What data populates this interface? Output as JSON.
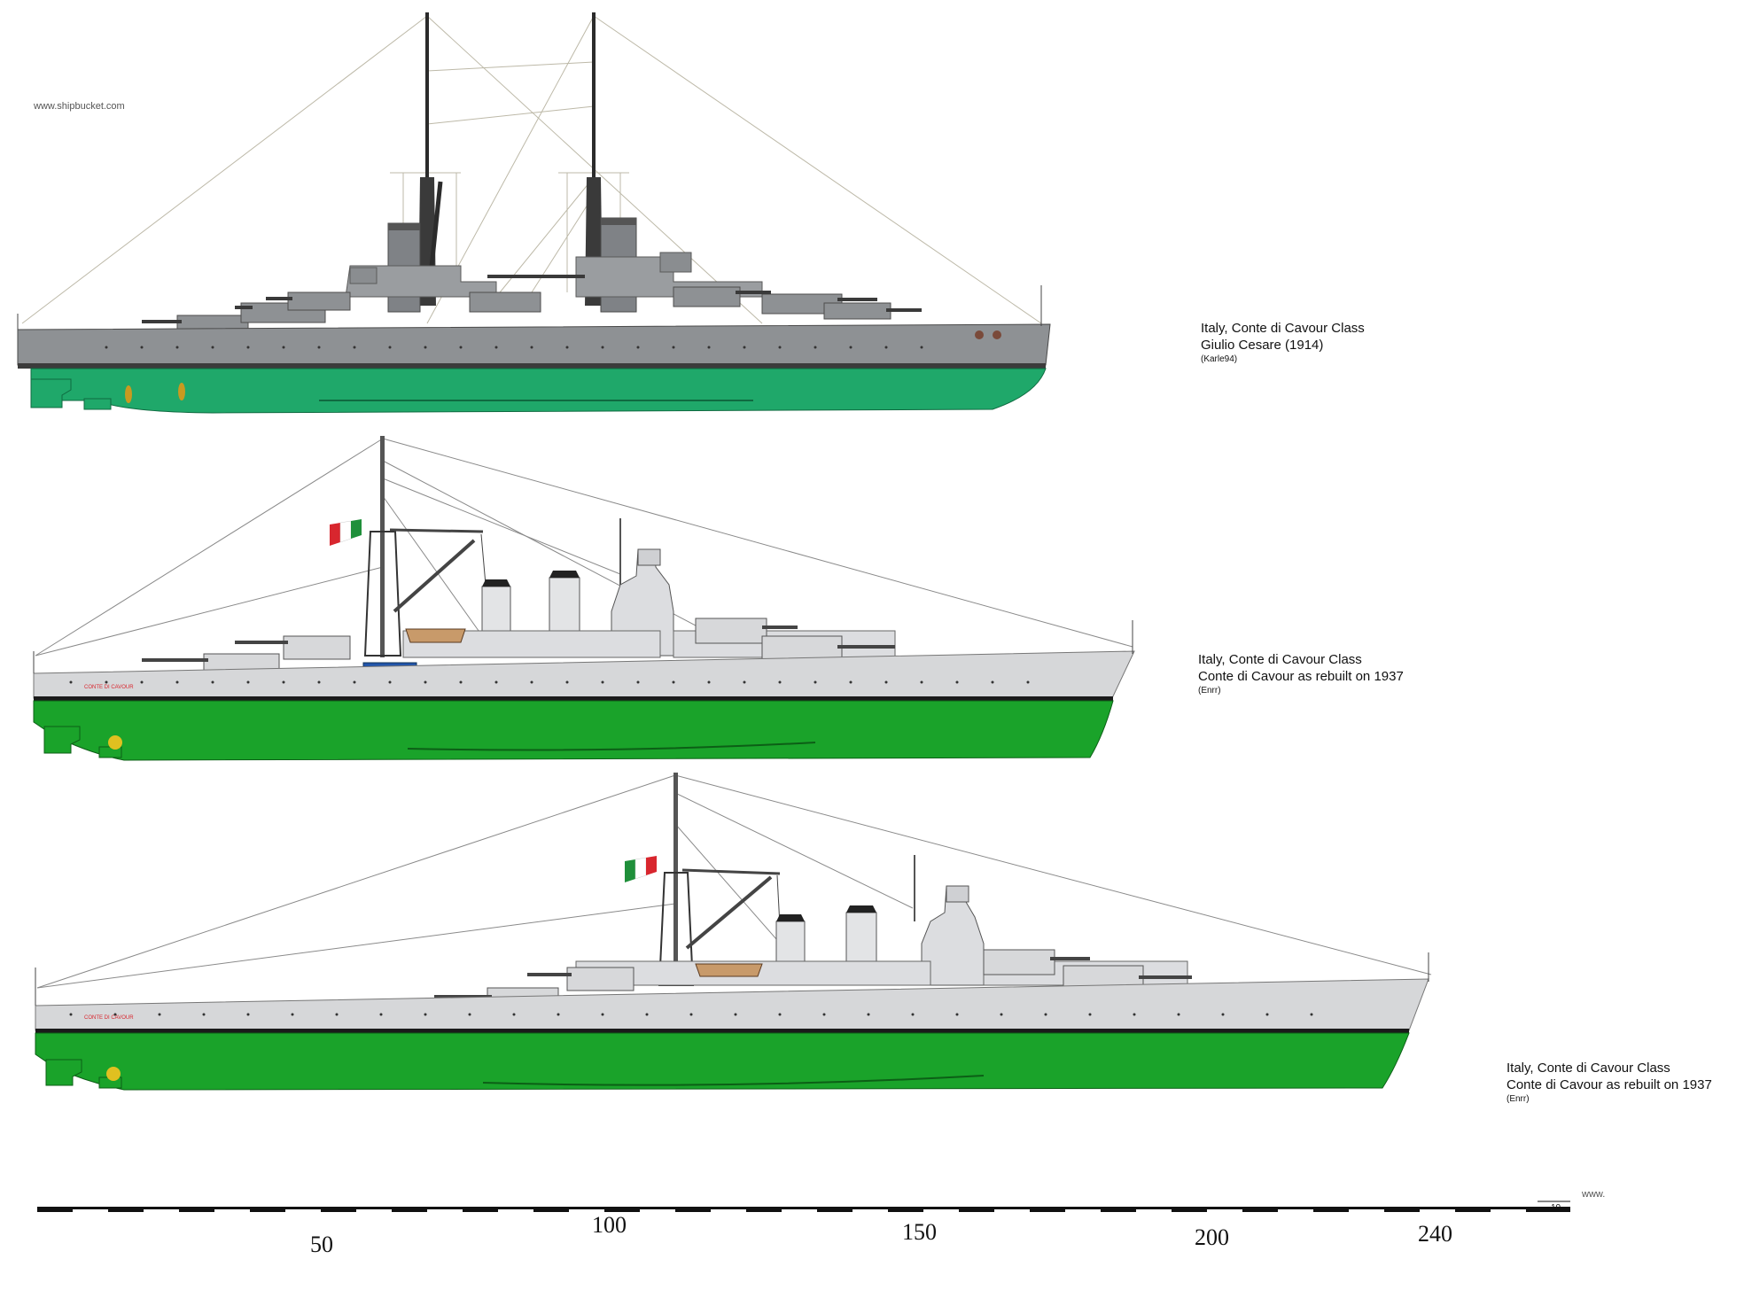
{
  "watermark": "www.shipbucket.com",
  "watermark_small": "www.",
  "ships": [
    {
      "line1": "Italy, Conte di Cavour Class",
      "line2": "Giulio Cesare (1914)",
      "line3": "(Karle94)"
    },
    {
      "line1": "Italy, Conte di Cavour Class",
      "line2": "Conte di Cavour  as rebuilt on 1937",
      "line3": "(Enrr)"
    },
    {
      "line1": "Italy, Conte di Cavour Class",
      "line2": "Conte di Cavour  as rebuilt on 1937",
      "line3": "(Enrr)"
    }
  ],
  "hull_names": [
    "CONTE DI CAVOUR",
    "CONTE DI CAVOUR"
  ],
  "scale": {
    "labels": [
      "50",
      "100",
      "150",
      "200",
      "240"
    ],
    "end_label": "10"
  },
  "colors": {
    "hull_green_1914": "#1fa86a",
    "hull_green_1937": "#1aa32a",
    "grey_1914": "#8e9194",
    "grey_1937": "#d6d7d9",
    "boot_topping": "#1a1a1a",
    "flag_green": "#1f8f3a",
    "flag_red": "#d8262e",
    "propeller": "#e0c020"
  },
  "icons": [
    "ship-profile-icon",
    "italian-flag-icon",
    "propeller-icon",
    "scale-bar-icon"
  ]
}
